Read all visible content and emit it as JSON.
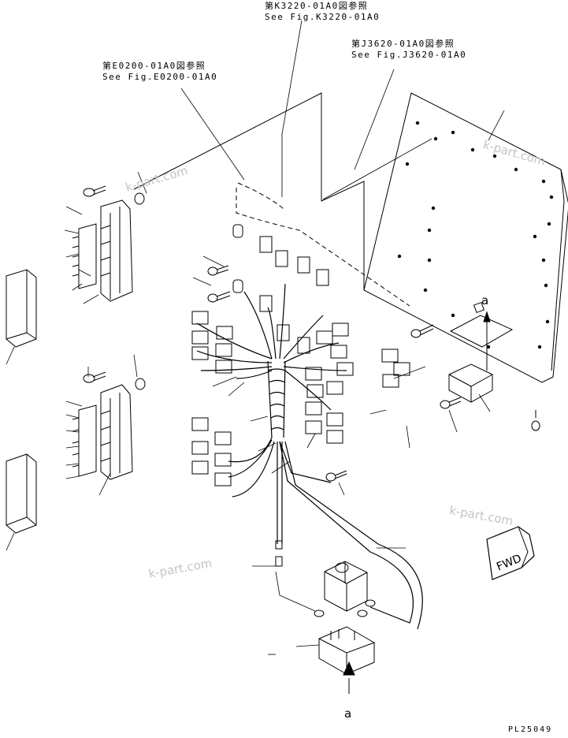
{
  "references": [
    {
      "jp": "第K3220-01A0図参照",
      "en": "See Fig.K3220-01A0"
    },
    {
      "jp": "第J3620-01A0図参照",
      "en": "See Fig.J3620-01A0"
    },
    {
      "jp": "第E0200-01A0図参照",
      "en": "See Fig.E0200-01A0"
    }
  ],
  "watermark": "k-part.com",
  "direction_label": "FWD",
  "view_labels": [
    "a",
    "a"
  ],
  "drawing_code": "PL25049",
  "icons": [
    "fwd-arrow-icon",
    "view-arrow-icon"
  ]
}
